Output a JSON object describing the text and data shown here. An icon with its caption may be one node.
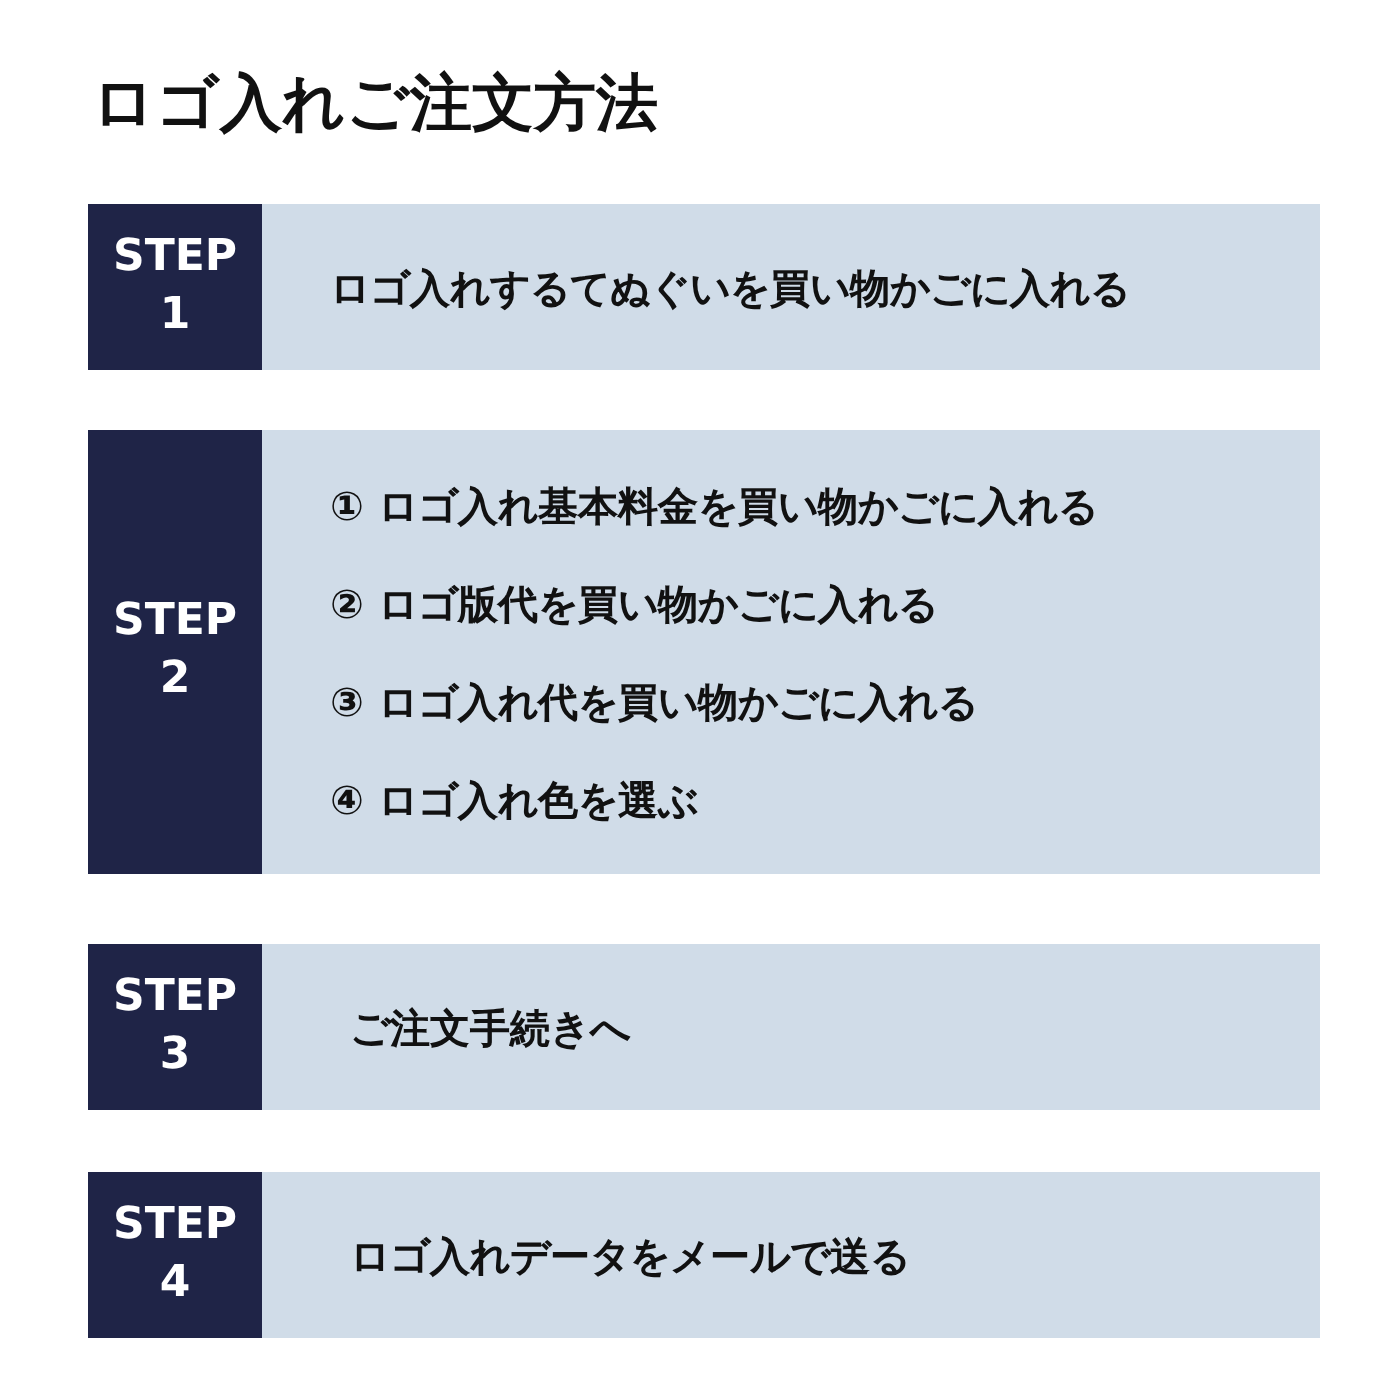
{
  "diagram": {
    "title": "ロゴ入れご注文方法",
    "nodes": [
      {
        "text": [
          "STEP 1",
          "ロゴ入れするてぬぐいを買い物かごに入れる"
        ]
      },
      {
        "text": [
          "STEP 2",
          "① ロゴ入れ基本料金を買い物かごに入れる",
          "② ロゴ版代を買い物かごに入れる",
          "③ ロゴ入れ代を買い物かごに入れる",
          "④ ロゴ入れ色を選ぶ"
        ]
      },
      {
        "text": [
          "STEP 3",
          "ご注文手続きへ"
        ]
      },
      {
        "text": [
          "STEP 4",
          "ロゴ入れデータをメールで送る"
        ]
      }
    ]
  }
}
